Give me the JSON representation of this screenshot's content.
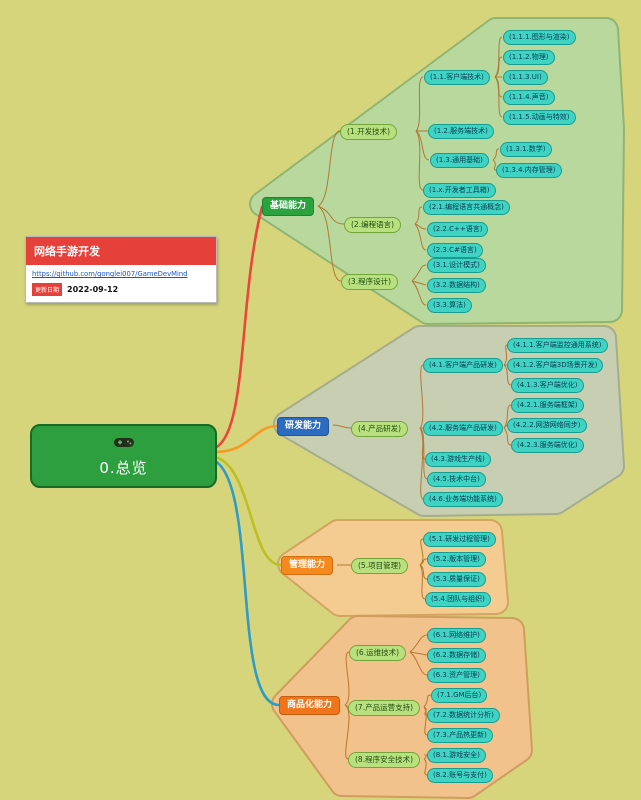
{
  "info_card": {
    "title": "网络手游开发",
    "link": "https://github.com/gonglei007/GameDevMind",
    "date_label": "更新日期",
    "date": "2022-09-12"
  },
  "root": {
    "label": "0.总览",
    "icon": "gamepad-icon"
  },
  "palette": {
    "background": "#d7d57c",
    "root_green": "#2e9f3f",
    "branch_basic": "#2aa33f",
    "branch_rd": "#2c6cc0",
    "branch_mgmt": "#f6891e",
    "branch_comm": "#f0741a",
    "pill_green": "#b9e07e",
    "leaf_cyan": "#3ed3c3",
    "edge_basic": "#e8483c",
    "edge_rd": "#f59b23",
    "edge_mgmt": "#bcc021",
    "edge_comm": "#2f9cc6"
  },
  "branches": [
    {
      "label": "基础能力",
      "children": [
        {
          "label": "(1.开发技术)",
          "children": [
            {
              "label": "(1.1.客户端技术)",
              "children": [
                {
                  "label": "(1.1.1.图形与渲染)"
                },
                {
                  "label": "(1.1.2.物理)"
                },
                {
                  "label": "(1.1.3.UI)"
                },
                {
                  "label": "(1.1.4.声音)"
                },
                {
                  "label": "(1.1.5.动画与特效)"
                }
              ]
            },
            {
              "label": "(1.2.服务端技术)"
            },
            {
              "label": "(1.3.通用基础)",
              "children": [
                {
                  "label": "(1.3.1.数学)"
                },
                {
                  "label": "(1.3.4.内存管理)"
                }
              ]
            },
            {
              "label": "(1.x.开发者工具箱)"
            }
          ]
        },
        {
          "label": "(2.编程语言)",
          "children": [
            {
              "label": "(2.1.编程语言共通概念)"
            },
            {
              "label": "(2.2.C++语言)"
            },
            {
              "label": "(2.3.C#语言)"
            }
          ]
        },
        {
          "label": "(3.程序设计)",
          "children": [
            {
              "label": "(3.1.设计模式)"
            },
            {
              "label": "(3.2.数据结构)"
            },
            {
              "label": "(3.3.算法)"
            }
          ]
        }
      ]
    },
    {
      "label": "研发能力",
      "children": [
        {
          "label": "(4.产品研发)",
          "children": [
            {
              "label": "(4.1.客户端产品研发)",
              "children": [
                {
                  "label": "(4.1.1.客户端监控通用系统)"
                },
                {
                  "label": "(4.1.2.客户端3D场景开发)"
                },
                {
                  "label": "(4.1.3.客户端优化)"
                }
              ]
            },
            {
              "label": "(4.2.服务端产品研发)",
              "children": [
                {
                  "label": "(4.2.1.服务端框架)"
                },
                {
                  "label": "(4.2.2.网游网络同步)"
                },
                {
                  "label": "(4.2.3.服务端优化)"
                }
              ]
            },
            {
              "label": "(4.3.游戏生产线)"
            },
            {
              "label": "(4.5.技术中台)"
            },
            {
              "label": "(4.6.业务端功能系统)"
            }
          ]
        }
      ]
    },
    {
      "label": "管理能力",
      "children": [
        {
          "label": "(5.项目管理)",
          "children": [
            {
              "label": "(5.1.研发过程管理)"
            },
            {
              "label": "(5.2.版本管理)"
            },
            {
              "label": "(5.3.质量保证)"
            },
            {
              "label": "(5.4.团队与组织)"
            }
          ]
        }
      ]
    },
    {
      "label": "商品化能力",
      "children": [
        {
          "label": "(6.运维技术)",
          "children": [
            {
              "label": "(6.1.网络维护)"
            },
            {
              "label": "(6.2.数据存储)"
            },
            {
              "label": "(6.3.资产管理)"
            }
          ]
        },
        {
          "label": "(7.产品运营支持)",
          "children": [
            {
              "label": "(7.1.GM后台)"
            },
            {
              "label": "(7.2.数据统计分析)"
            },
            {
              "label": "(7.3.产品热更新)"
            }
          ]
        },
        {
          "label": "(8.程序安全技术)",
          "children": [
            {
              "label": "(8.1.游戏安全)"
            },
            {
              "label": "(8.2.账号与支付)"
            }
          ]
        }
      ]
    }
  ]
}
